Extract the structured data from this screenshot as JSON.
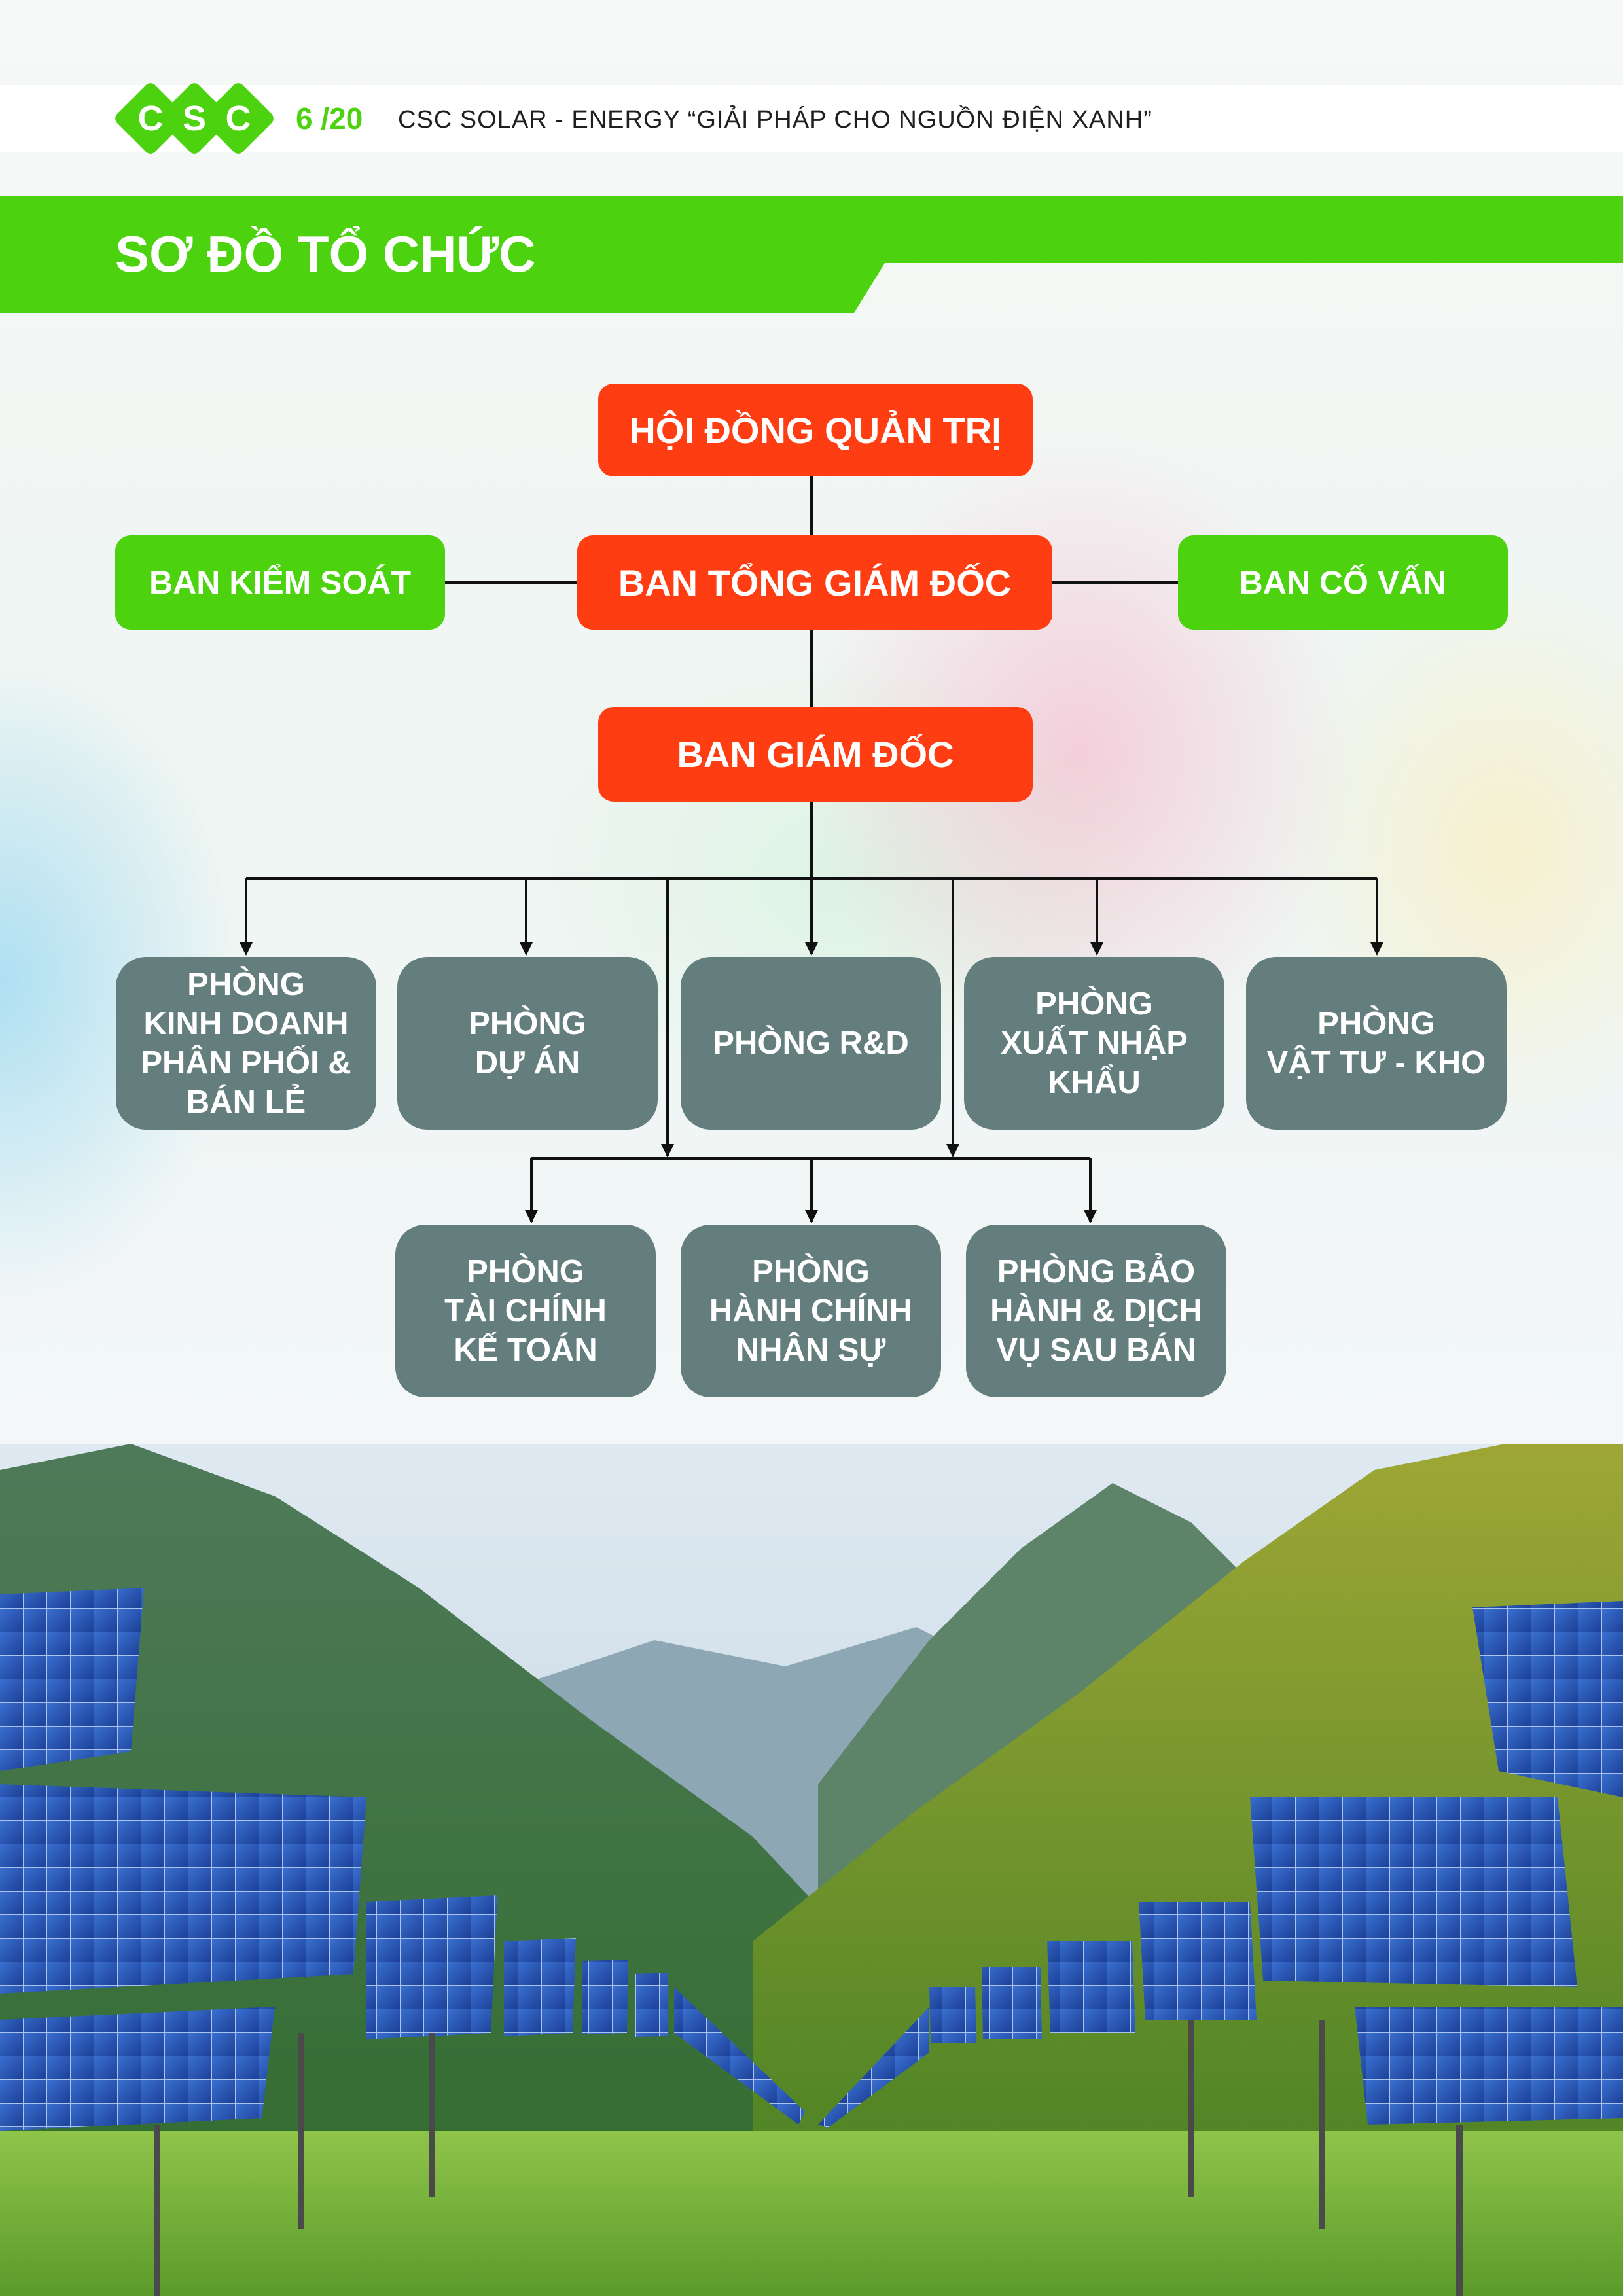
{
  "header": {
    "logo_letters": [
      "C",
      "S",
      "C"
    ],
    "page_number": "6 /20",
    "tagline": "CSC SOLAR - ENERGY “GIẢI PHÁP CHO  NGUỒN ĐIỆN XANH”"
  },
  "page_title": "SƠ ĐỒ TỔ CHỨC",
  "org_chart": {
    "board": "HỘI ĐỒNG QUẢN TRỊ",
    "general_directors": "BAN TỔNG GIÁM ĐỐC",
    "supervisory": "BAN KIỂM SOÁT",
    "advisory": "BAN CỐ VẤN",
    "directors": "BAN GIÁM ĐỐC",
    "departments_row1": [
      "PHÒNG\nKINH DOANH\nPHÂN PHỐI &\nBÁN LẺ",
      "PHÒNG\nDỰ ÁN",
      "PHÒNG R&D",
      "PHÒNG\nXUẤT NHẬP\nKHẨU",
      "PHÒNG\nVẬT TƯ - KHO"
    ],
    "departments_row2": [
      "PHÒNG\nTÀI CHÍNH\nKẾ TOÁN",
      "PHÒNG\nHÀNH CHÍNH\nNHÂN SỰ",
      "PHÒNG BẢO\nHÀNH & DỊCH\nVỤ SAU BÁN"
    ]
  },
  "colors": {
    "brand_green": "#4cd20f",
    "orange": "#ff3d12",
    "grey": "#637e7c"
  }
}
